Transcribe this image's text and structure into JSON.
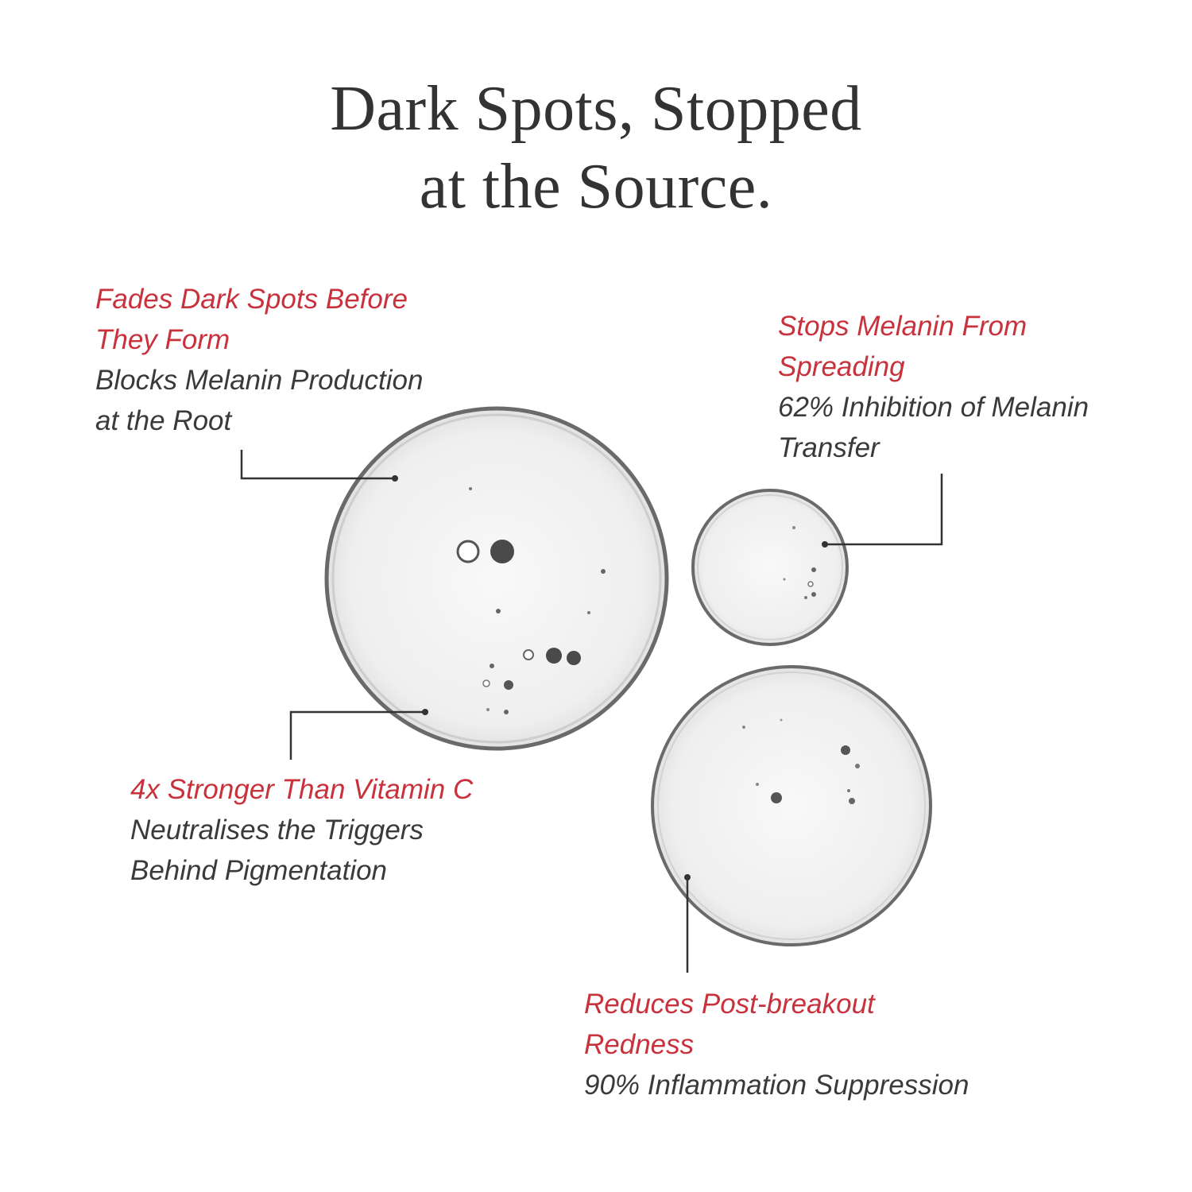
{
  "headline": {
    "line1": "Dark Spots, Stopped",
    "line2": "at the Source."
  },
  "colors": {
    "accent": "#c8323c",
    "body_text": "#3a3a3a",
    "headline_text": "#333333",
    "leader_line": "#333333"
  },
  "callouts": {
    "fades": {
      "title_line1": "Fades Dark Spots Before",
      "title_line2": "They Form",
      "desc_line1": "Blocks Melanin Production",
      "desc_line2": "at the Root"
    },
    "stops": {
      "title_line1": "Stops Melanin From",
      "title_line2": "Spreading",
      "desc_line1": "62% Inhibition of Melanin",
      "desc_line2": "Transfer"
    },
    "stronger": {
      "title_line1": "4x Stronger Than Vitamin C",
      "desc_line1": "Neutralises the Triggers",
      "desc_line2": "Behind Pigmentation"
    },
    "reduces": {
      "title_line1": "Reduces Post-breakout",
      "title_line2": "Redness",
      "desc_line1": "90% Inflammation Suppression"
    }
  }
}
